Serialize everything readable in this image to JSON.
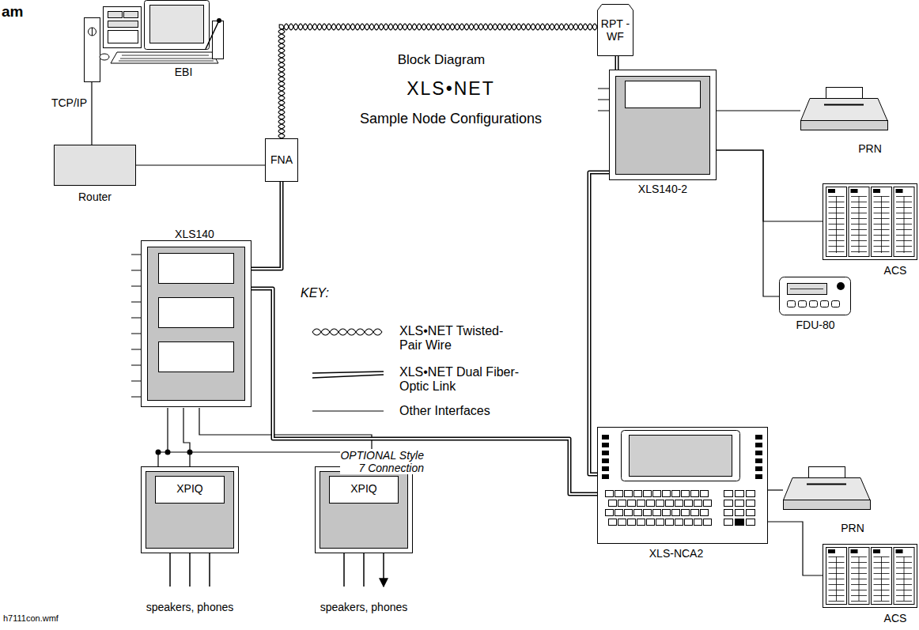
{
  "diagram": {
    "nodes": [
      {
        "text": [
          "EBI"
        ]
      },
      {
        "text": [
          "Router"
        ]
      },
      {
        "text": [
          "FNA"
        ]
      },
      {
        "text": [
          "RPT -WF"
        ]
      },
      {
        "text": [
          "XLS140-2"
        ]
      },
      {
        "text": [
          "PRN"
        ]
      },
      {
        "text": [
          "ACS"
        ]
      },
      {
        "text": [
          "FDU-80"
        ]
      },
      {
        "text": [
          "XLS140"
        ]
      },
      {
        "text": [
          "XPIQ"
        ]
      },
      {
        "text": [
          "XPIQ"
        ]
      },
      {
        "text": [
          "XLS-NCA2"
        ]
      },
      {
        "text": [
          "PRN"
        ]
      },
      {
        "text": [
          "ACS"
        ]
      }
    ],
    "edges": [
      {
        "from": 0,
        "to": 1,
        "arrow": "none",
        "label": "TCP/IP"
      },
      {
        "from": 1,
        "to": 2,
        "arrow": "none"
      },
      {
        "from": 2,
        "to": 3,
        "arrow": "none"
      },
      {
        "from": 3,
        "to": 4,
        "arrow": "none"
      },
      {
        "from": 2,
        "to": 8,
        "arrow": "none"
      },
      {
        "from": 4,
        "to": 5,
        "arrow": "none"
      },
      {
        "from": 4,
        "to": 6,
        "arrow": "none"
      },
      {
        "from": 4,
        "to": 7,
        "arrow": "none"
      },
      {
        "from": 8,
        "to": 9,
        "arrow": "none"
      },
      {
        "from": 8,
        "to": 10,
        "arrow": "none"
      },
      {
        "from": 8,
        "to": 11,
        "arrow": "none",
        "label": "OPTIONAL Style 7 Connection"
      },
      {
        "from": 4,
        "to": 11,
        "arrow": "none"
      },
      {
        "from": 11,
        "to": 12,
        "arrow": "none"
      },
      {
        "from": 11,
        "to": 13,
        "arrow": "none"
      }
    ],
    "labels": [
      "am",
      "Block Diagram",
      "XLS•NET",
      "Sample Node Configurations",
      "KEY:",
      "speakers, phones",
      "speakers, phones",
      "h7111con.wmf"
    ],
    "legend": [
      {
        "text": "XLS•NET Twisted-Pair Wire"
      },
      {
        "text": "XLS•NET Dual Fiber-Optic Link"
      },
      {
        "text": "Other Interfaces"
      }
    ]
  }
}
